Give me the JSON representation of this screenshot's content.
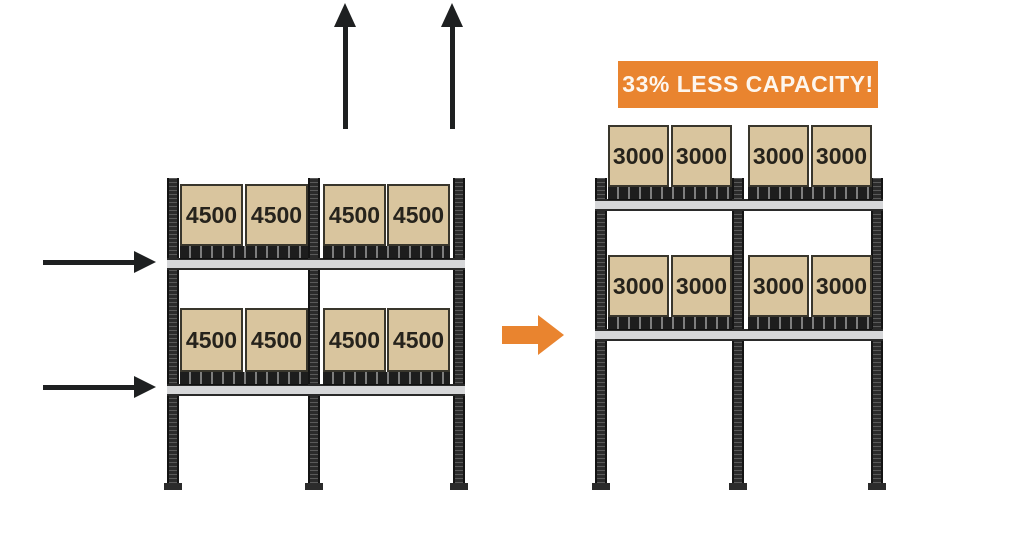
{
  "colors": {
    "bg": "#ffffff",
    "orange": "#e9842f",
    "banner_text": "#fdf6ee",
    "arrow": "#1e2021",
    "post": "#2b2b2b",
    "beam_fill": "#d6d7d9",
    "beam_border": "#2a2a2a",
    "pallet": "#1d1d1d",
    "box_fill": "#d9c59e",
    "box_border": "#39362c",
    "box_text": "#26231c"
  },
  "banner": {
    "label": "33% LESS CAPACITY!"
  },
  "rack_before": {
    "name": "before-rack",
    "load_per_box": "4500",
    "levels": [
      {
        "boxes": [
          "4500",
          "4500",
          "4500",
          "4500"
        ]
      },
      {
        "boxes": [
          "4500",
          "4500",
          "4500",
          "4500"
        ]
      }
    ]
  },
  "rack_after": {
    "name": "after-rack",
    "load_per_box": "3000",
    "levels": [
      {
        "boxes": [
          "3000",
          "3000",
          "3000",
          "3000"
        ]
      },
      {
        "boxes": [
          "3000",
          "3000",
          "3000",
          "3000"
        ]
      }
    ]
  },
  "arrows": {
    "up_flow_count": 2,
    "side_flow_count": 2,
    "transform": "right"
  }
}
